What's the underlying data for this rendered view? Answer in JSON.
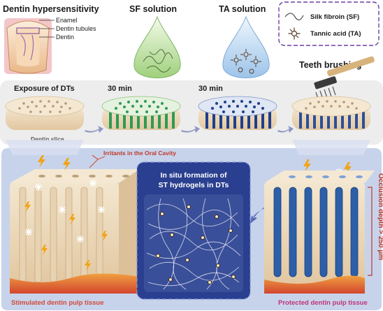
{
  "top": {
    "dentin_title": "Dentin hypersensitivity",
    "enamel_label": "Enamel",
    "tubules_label": "Dentin tubules",
    "dentin_label": "Dentin",
    "sf_solution": "SF solution",
    "ta_solution": "TA solution",
    "legend": {
      "sf": "Silk fibroin (SF)",
      "ta": "Tannic acid (TA)"
    },
    "teeth_brushing": "Teeth brushing",
    "exposure": "Exposure of DTs",
    "time_1": "30 min",
    "time_2": "30 min",
    "dentin_slice": "Dentin slice"
  },
  "bottom": {
    "irritants": "Irritants in the Oral Cavity",
    "insitu_line1": "In situ formation of",
    "insitu_line2": "ST hydrogels in DTs",
    "occlusion": "Occlusion depth > 250 μm",
    "stimulated": "Stimulated dentin pulp tissue",
    "protected": "Protected dentin pulp tissue"
  },
  "colors": {
    "sf_green": "#2f9a55",
    "ta_blue": "#1f3f8a",
    "dentin_beige": "#f1dfc2",
    "caption_red": "#d24a3c",
    "caption_magenta": "#c0327a",
    "legend_purple": "#6b3fa0",
    "panel_blue": "#c7d3ea"
  }
}
